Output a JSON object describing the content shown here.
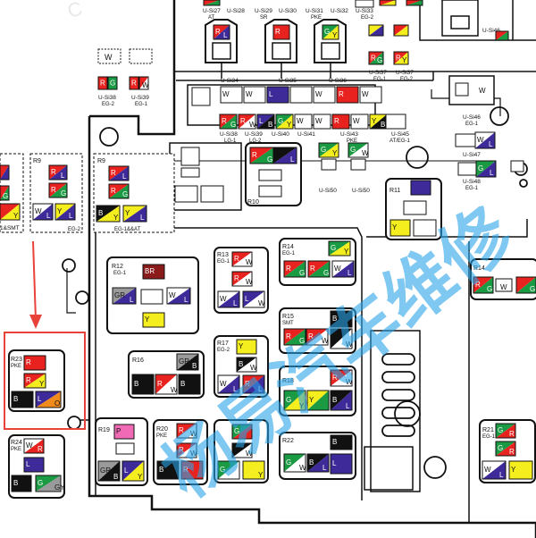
{
  "header_labels": [
    {
      "id": "usi27",
      "text": "U-Si27",
      "sub": "AT"
    },
    {
      "id": "usi28",
      "text": "U-Si28",
      "sub": ""
    },
    {
      "id": "usi29",
      "text": "U-Si29",
      "sub": "SR"
    },
    {
      "id": "usi30",
      "text": "U-Si30",
      "sub": ""
    },
    {
      "id": "usi31",
      "text": "U-Si31",
      "sub": "PKE"
    },
    {
      "id": "usi32",
      "text": "U-Si32",
      "sub": ""
    },
    {
      "id": "usi33",
      "text": "U-Si33",
      "sub": "EG-2"
    }
  ],
  "connector_labels": [
    {
      "id": "usi34",
      "text": "U-Si34",
      "sub": ""
    },
    {
      "id": "usi35",
      "text": "U-Si35",
      "sub": ""
    },
    {
      "id": "usi36",
      "text": "U-Si36",
      "sub": ""
    },
    {
      "id": "usi37",
      "text": "U-Si37",
      "sub": "EG-1"
    },
    {
      "id": "usi37b",
      "text": "U-Si37",
      "sub": "EG-2"
    },
    {
      "id": "usi38",
      "text": "U-Si38",
      "sub": "EG-2"
    },
    {
      "id": "usi39",
      "text": "U-Si39",
      "sub": "EG-1"
    },
    {
      "id": "usi38b",
      "text": "U-Si38",
      "sub": "LG-1"
    },
    {
      "id": "usi39b",
      "text": "U-Si39",
      "sub": "LG-2"
    },
    {
      "id": "usi40",
      "text": "U-Si40",
      "sub": ""
    },
    {
      "id": "usi41",
      "text": "U-Si41",
      "sub": ""
    },
    {
      "id": "usi42",
      "text": "U-Si42",
      "sub": ""
    },
    {
      "id": "usi43",
      "text": "U-Si43",
      "sub": "PKE"
    },
    {
      "id": "usi45",
      "text": "U-Si45",
      "sub": "AT/EG-1"
    },
    {
      "id": "usi46",
      "text": "U-Si46",
      "sub": "EG-1"
    },
    {
      "id": "usi47",
      "text": "U-Si47",
      "sub": ""
    },
    {
      "id": "usi48",
      "text": "U-Si48",
      "sub": "EG-1"
    },
    {
      "id": "usi49",
      "text": "U-Si49",
      "sub": ""
    },
    {
      "id": "usi50",
      "text": "U-Si50",
      "sub": ""
    }
  ],
  "relays": [
    {
      "id": "r9",
      "name": "R9",
      "note": "EG-1&&AT"
    },
    {
      "id": "r9left",
      "name": "R9",
      "note": "EG-2"
    },
    {
      "id": "r10",
      "name": "R10",
      "note": ""
    },
    {
      "id": "r11",
      "name": "R11",
      "note": ""
    },
    {
      "id": "r12",
      "name": "R12",
      "note": "EG-1"
    },
    {
      "id": "r13",
      "name": "R13",
      "note": "EG-1"
    },
    {
      "id": "r14",
      "name": "R14",
      "note": "EG-1"
    },
    {
      "id": "r14b",
      "name": "R14",
      "note": ""
    },
    {
      "id": "r15",
      "name": "R15",
      "note": "SMT"
    },
    {
      "id": "r16",
      "name": "R16",
      "note": ""
    },
    {
      "id": "r17",
      "name": "R17",
      "note": "EG-2"
    },
    {
      "id": "r18",
      "name": "R18",
      "note": ""
    },
    {
      "id": "r19",
      "name": "R19",
      "note": ""
    },
    {
      "id": "r20",
      "name": "R20",
      "note": "PKE"
    },
    {
      "id": "r21",
      "name": "R21",
      "note": "EG-1"
    },
    {
      "id": "r22",
      "name": "R22",
      "note": ""
    },
    {
      "id": "r23",
      "name": "R23",
      "note": "PKE"
    },
    {
      "id": "r24",
      "name": "R24",
      "note": "PKE"
    }
  ],
  "left_edge_label": "1&SMT",
  "wire_codes": {
    "R": "#e8231f",
    "G": "#1a9a43",
    "L": "#3f2a9a",
    "Y": "#f5ee1e",
    "B": "#111111",
    "W": "#ffffff",
    "P": "#f06ab5",
    "BR": "#8b1a1a",
    "GR": "#9a9a9a",
    "O": "#f08a1c",
    "GY": "#9a9a9a",
    "V": "#8a3cb4",
    "LG": "#7ad04a"
  },
  "highlight_color": "#e8423a",
  "watermark": "杨易汽车维修"
}
